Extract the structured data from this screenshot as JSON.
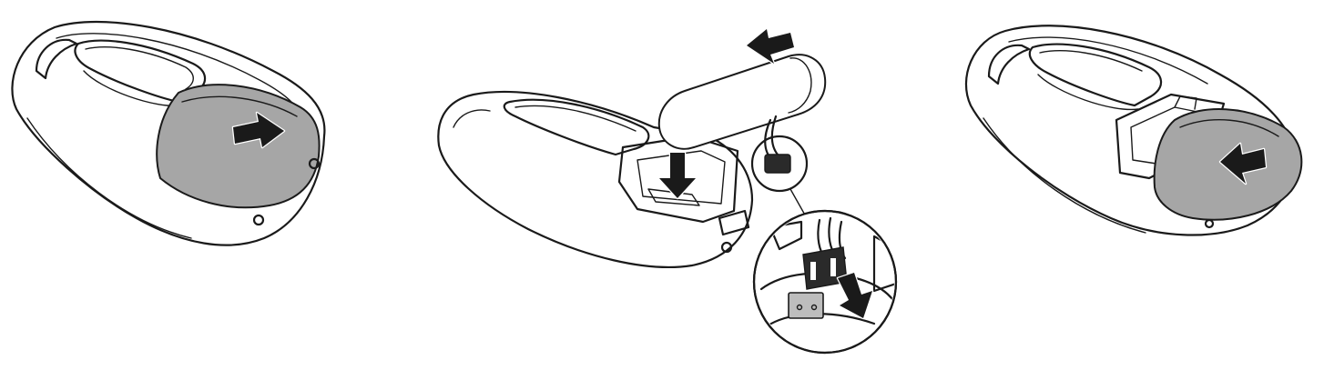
{
  "figure": {
    "steps": [
      {
        "id": "step-1",
        "action": "slide-cover-off",
        "arrow": "right"
      },
      {
        "id": "step-2",
        "action": "connect-and-insert-battery",
        "arrows": [
          "left",
          "down",
          "down"
        ]
      },
      {
        "id": "step-3",
        "action": "slide-cover-on",
        "arrow": "left"
      }
    ],
    "colors": {
      "line": "#1a1a1a",
      "cover_shade": "#a6a6a6",
      "background": "#ffffff"
    },
    "icons": [
      "arrow-right-icon",
      "arrow-left-icon",
      "arrow-down-icon",
      "magnifier-callout"
    ]
  }
}
